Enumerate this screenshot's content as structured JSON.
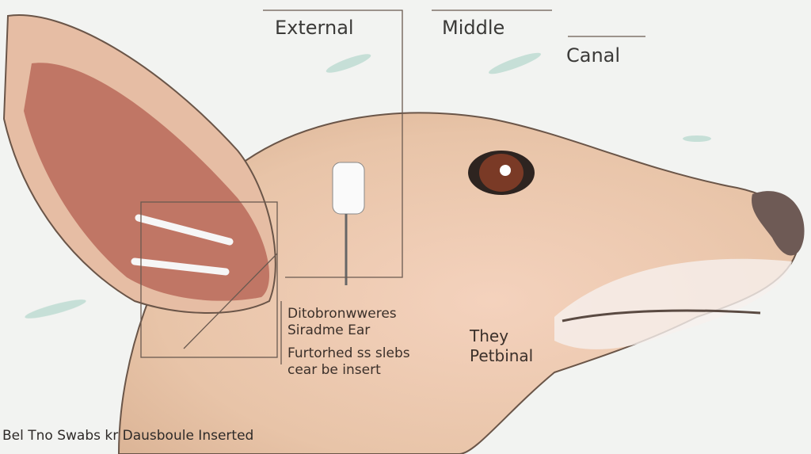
{
  "labels": {
    "external": "External",
    "middle": "Middle",
    "canal": "Canal",
    "note1_line1": "Ditobronwweres",
    "note1_line2": "Siradme Ear",
    "note2_line1": "Furtorhed ss slebs",
    "note2_line2": "cear be insert",
    "pet_line1": "They",
    "pet_line2": "Petbinal",
    "caption": "Bel Tno Swabs kr Dausboule Inserted"
  },
  "colors": {
    "background": "#f2f3f1",
    "fur": "#e9c9b0",
    "inner_ear": "#b86a5a",
    "line": "#5a4a42"
  }
}
